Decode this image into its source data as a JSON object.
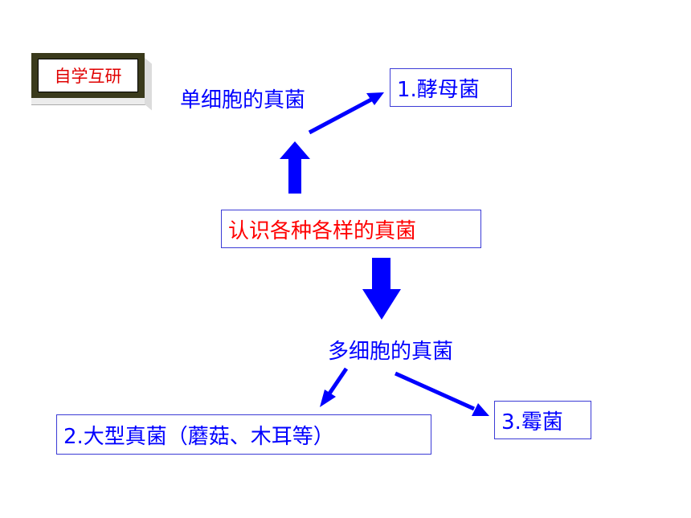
{
  "badge": {
    "label": "自学互研"
  },
  "nodes": {
    "center": "认识各种各样的真菌",
    "unicellular": "单细胞的真菌",
    "multicellular": "多细胞的真菌",
    "yeast": "1.酵母菌",
    "large_fungi": "2.大型真菌（蘑菇、木耳等）",
    "mold": "3.霉菌"
  },
  "colors": {
    "arrow": "#0000ff",
    "text_primary": "#0000ff",
    "text_center": "#ff0000",
    "badge_text": "#e00000",
    "badge_frame": "#3a3a1c",
    "box_border": "#3b3bd6"
  }
}
